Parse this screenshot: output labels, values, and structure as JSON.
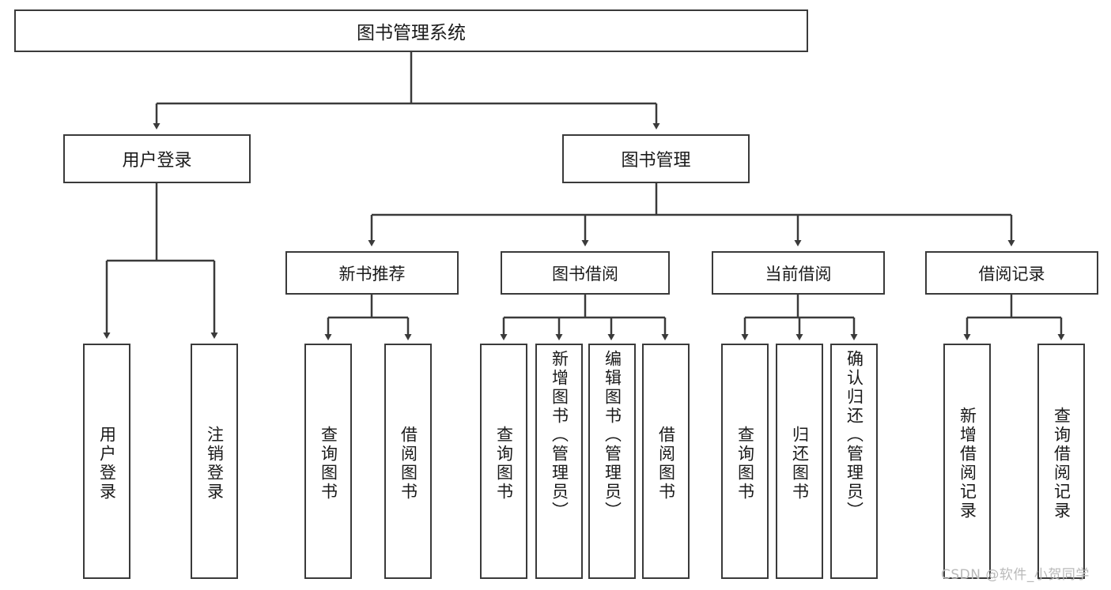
{
  "diagram": {
    "type": "tree-hierarchy",
    "title": "图书管理系统",
    "orientation": "top-down",
    "line_color": "#3a3a3a",
    "box_fill": "#ffffff",
    "text_color": "#1a1a1a",
    "root": {
      "label": "图书管理系统",
      "children": [
        {
          "label": "用户登录",
          "children": [
            {
              "label": "用户登录"
            },
            {
              "label": "注销登录"
            }
          ]
        },
        {
          "label": "图书管理",
          "children": [
            {
              "label": "新书推荐",
              "children": [
                {
                  "label": "查询图书"
                },
                {
                  "label": "借阅图书"
                }
              ]
            },
            {
              "label": "图书借阅",
              "children": [
                {
                  "label": "查询图书"
                },
                {
                  "label": "新增图书（管理员）"
                },
                {
                  "label": "编辑图书（管理员）"
                },
                {
                  "label": "借阅图书"
                }
              ]
            },
            {
              "label": "当前借阅",
              "children": [
                {
                  "label": "查询图书"
                },
                {
                  "label": "归还图书"
                },
                {
                  "label": "确认归还（管理员）"
                }
              ]
            },
            {
              "label": "借阅记录",
              "children": [
                {
                  "label": "新增借阅记录"
                },
                {
                  "label": "查询借阅记录"
                }
              ]
            }
          ]
        }
      ]
    }
  },
  "watermark": {
    "text": "CSDN @软件_小贺同学"
  }
}
